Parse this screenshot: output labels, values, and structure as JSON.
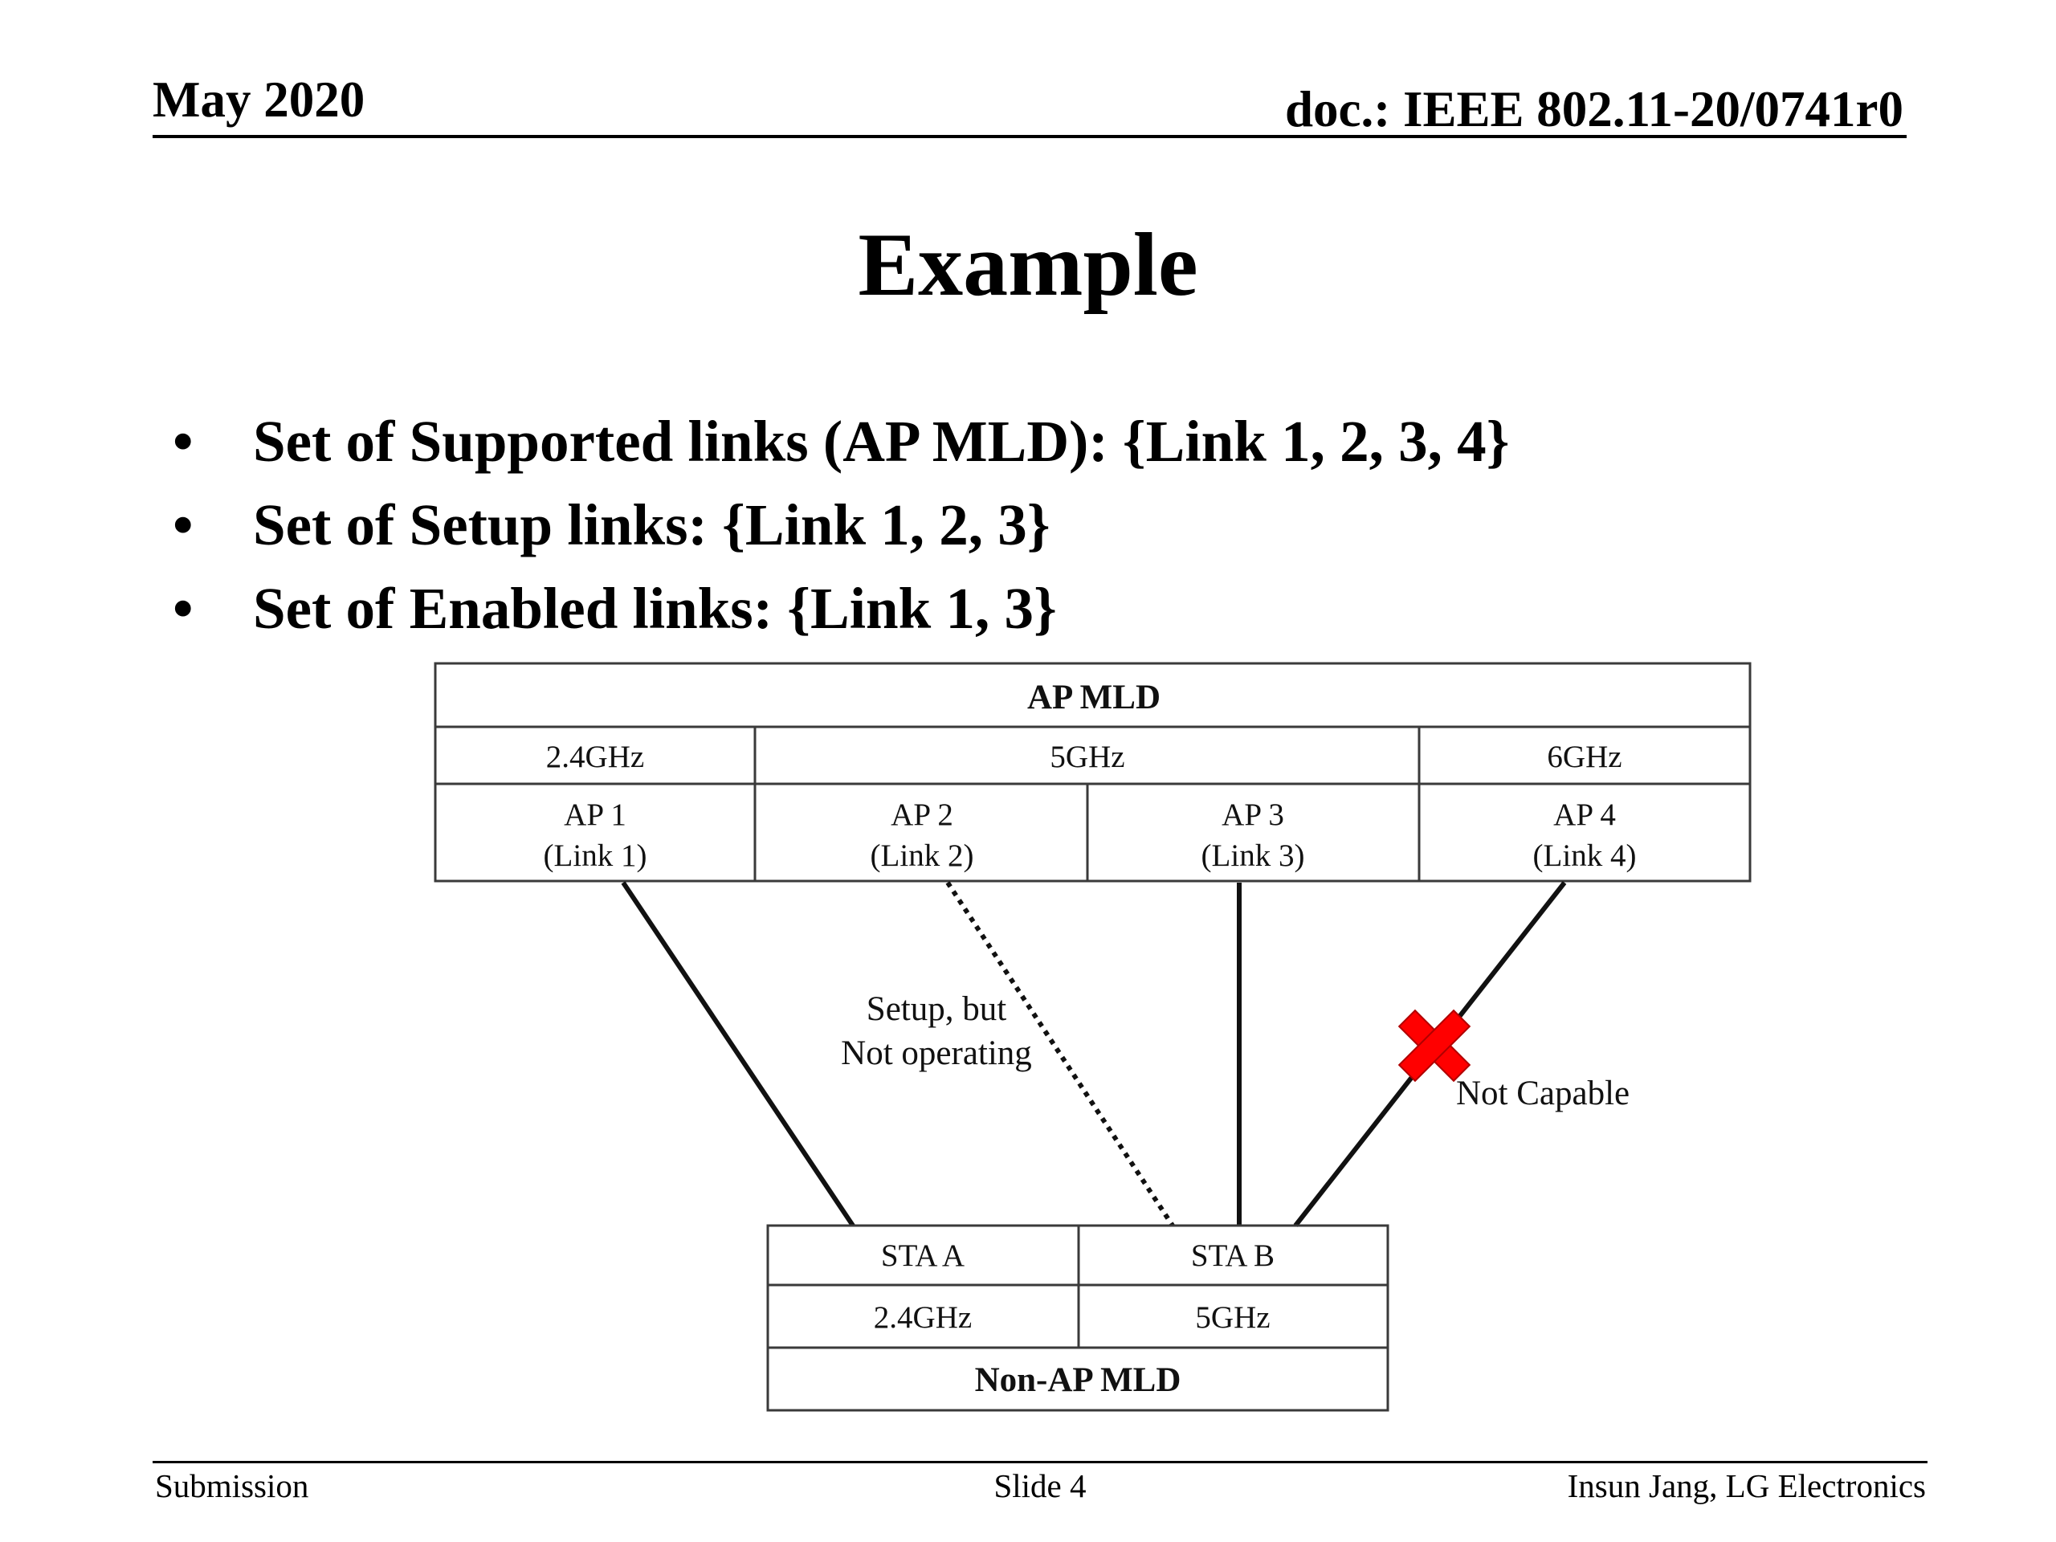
{
  "header": {
    "date": "May 2020",
    "doc": "doc.: IEEE 802.11-20/0741r0"
  },
  "title": "Example",
  "bullets": [
    {
      "marker": "•",
      "text": "Set of Supported links (AP MLD): {Link 1, 2, 3, 4}"
    },
    {
      "marker": "•",
      "text": "Set of Setup links: {Link 1, 2, 3}"
    },
    {
      "marker": "•",
      "text": "Set of Enabled links: {Link 1, 3}"
    }
  ],
  "diagram": {
    "ap_mld": {
      "title": "AP MLD",
      "bands": [
        "2.4GHz",
        "5GHz",
        "6GHz"
      ],
      "aps": [
        {
          "name": "AP 1",
          "link": "(Link  1)"
        },
        {
          "name": "AP 2",
          "link": "(Link  2)"
        },
        {
          "name": "AP 3",
          "link": "(Link  3)"
        },
        {
          "name": "AP 4",
          "link": "(Link  4)"
        }
      ]
    },
    "labels": {
      "setup_line1": "Setup, but",
      "setup_line2": "Not operating",
      "not_capable": "Not Capable"
    },
    "non_ap_mld": {
      "title": "Non-AP MLD",
      "stas": [
        {
          "name": "STA A",
          "band": "2.4GHz"
        },
        {
          "name": "STA B",
          "band": "5GHz"
        }
      ]
    },
    "cross_color": "#ff0000"
  },
  "footer": {
    "left": "Submission",
    "center": "Slide 4",
    "right": "Insun Jang, LG Electronics"
  }
}
